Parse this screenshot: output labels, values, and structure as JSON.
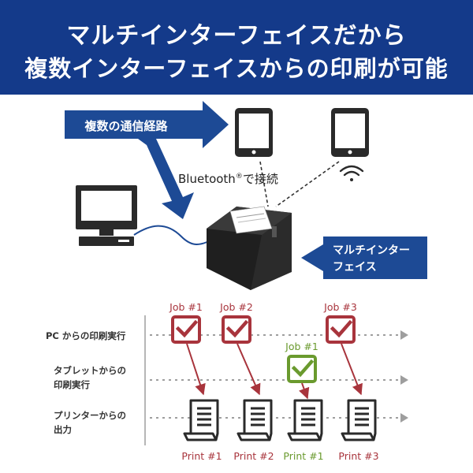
{
  "header": {
    "title_line1": "マルチインターフェイスだから",
    "title_line2": "複数インターフェイスからの印刷が可能"
  },
  "top_diagram": {
    "paths_label": "複数の通信経路",
    "bluetooth_label": "Bluetooth",
    "bluetooth_reg": "®",
    "bluetooth_suffix": "で接続",
    "interface_label_line1": "マルチインター",
    "interface_label_line2": "フェイス"
  },
  "flow": {
    "rows": [
      {
        "label_lines": [
          "PC からの印刷実行"
        ]
      },
      {
        "label_lines": [
          "タブレットからの",
          "印刷実行"
        ]
      },
      {
        "label_lines": [
          "プリンターからの",
          "出力"
        ]
      }
    ],
    "jobs": [
      "Job #1",
      "Job #2",
      "Job #1",
      "Job #3"
    ],
    "prints": [
      "Print #1",
      "Print #2",
      "Print #1",
      "Print #3"
    ]
  },
  "colors": {
    "header_bg": "#143a8a",
    "callout_blue": "#1d4a95",
    "pc_job": "#a8343c",
    "tablet_job": "#6a9a2e",
    "dark": "#2a2a2a",
    "dotted_line": "#9e9e9e"
  }
}
